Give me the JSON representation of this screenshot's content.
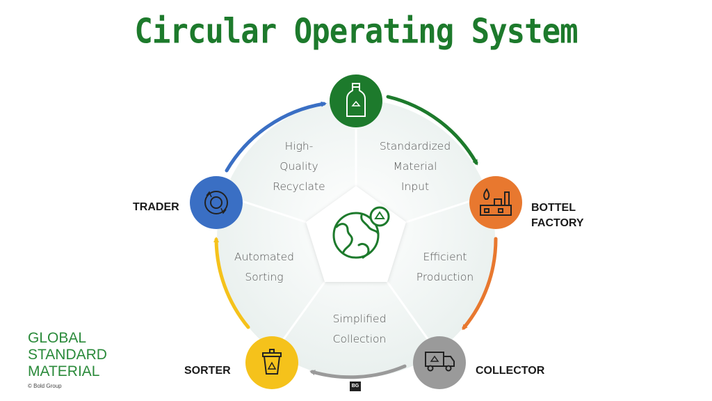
{
  "title": "Circular Operating System",
  "segments": {
    "top_left": [
      "High-",
      "Quality",
      "Recyclate"
    ],
    "top_right": [
      "Standardized",
      "Material",
      "Input"
    ],
    "right": [
      "Efficient",
      "Production"
    ],
    "bottom": [
      "Simplified",
      "Collection"
    ],
    "left": [
      "Automated",
      "Sorting"
    ]
  },
  "nodes": {
    "trader": "TRADER",
    "factory_line1": "BOTTEL",
    "factory_line2": "FACTORY",
    "collector": "COLLECTOR",
    "sorter": "SORTER"
  },
  "brand": {
    "line1": "GLOBAL",
    "line2": "STANDARD",
    "line3": "MATERIAL",
    "copyright": "© Bold Group",
    "badge": "BG"
  },
  "colors": {
    "green": "#1d7a2c",
    "orange": "#e8782f",
    "gray": "#9a9a9a",
    "yellow": "#f5c21b",
    "blue": "#3a6fc4"
  }
}
